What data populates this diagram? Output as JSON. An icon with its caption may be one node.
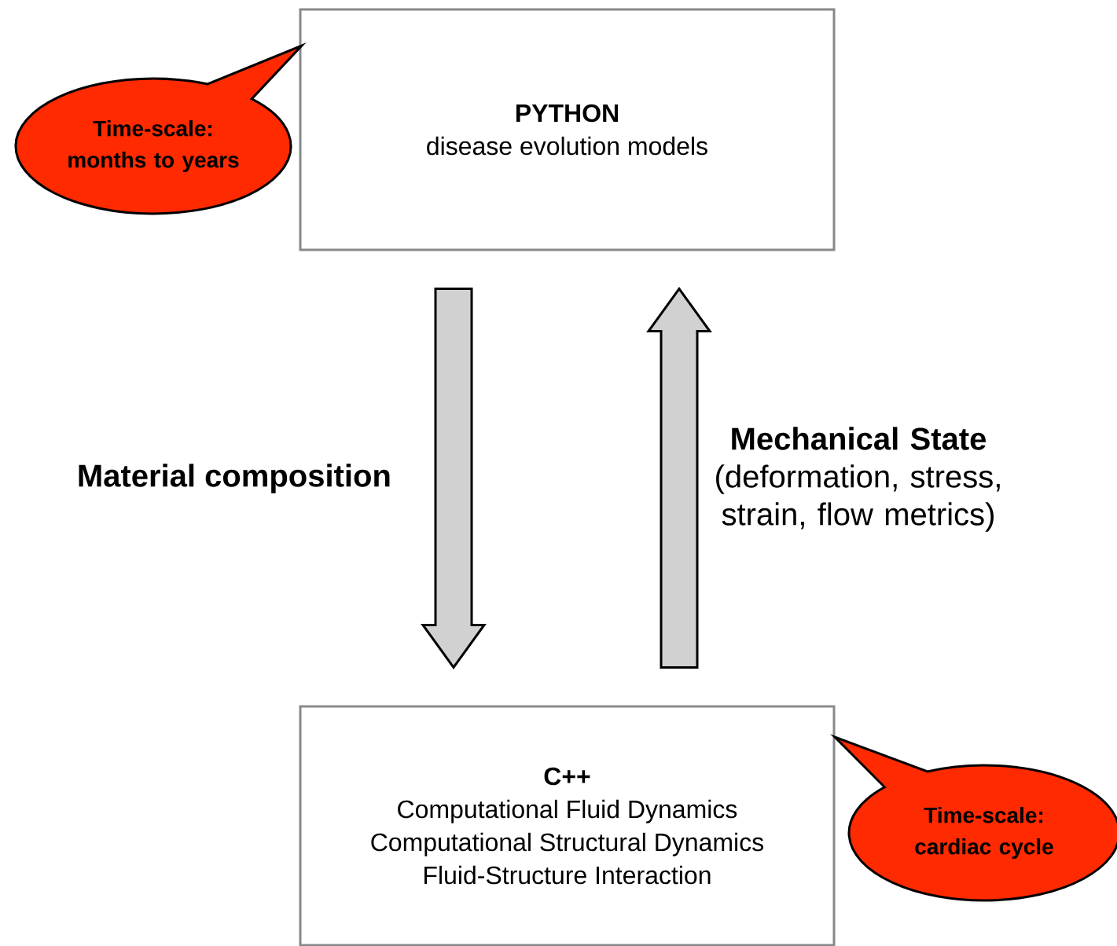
{
  "diagram": {
    "nodes": [
      {
        "text": [
          "PYTHON",
          "disease evolution models"
        ]
      },
      {
        "text": [
          "C++",
          "Computational Fluid Dynamics",
          "Computational Structural Dynamics",
          "Fluid-Structure Interaction"
        ]
      },
      {
        "text": [
          "Time-scale: months to years"
        ]
      },
      {
        "text": [
          "Time-scale: cardiac cycle"
        ]
      }
    ],
    "edges": [
      {
        "from": 0,
        "to": 1,
        "arrow": "to",
        "label": "Material composition"
      },
      {
        "from": 1,
        "to": 0,
        "arrow": "to",
        "label": "**Mechanical State** (deformation, stress, strain, flow metrics)"
      }
    ]
  }
}
